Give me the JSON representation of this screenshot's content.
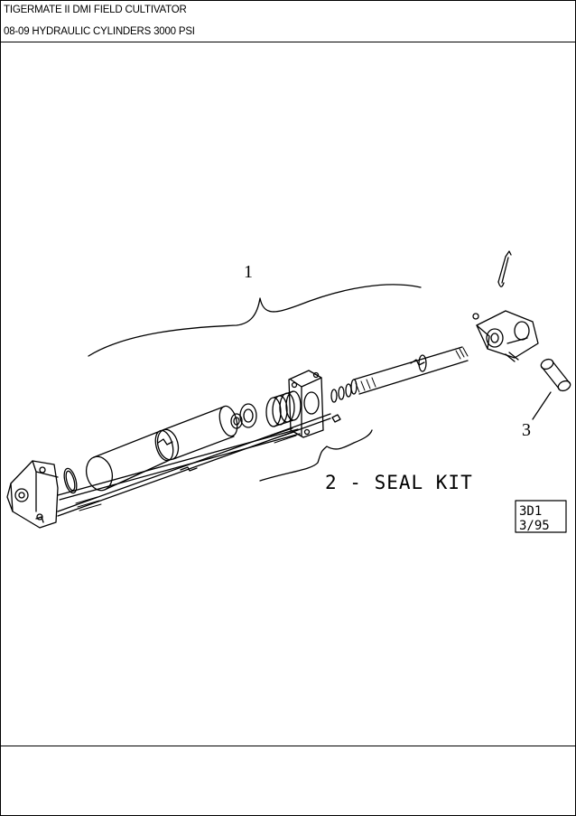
{
  "header": {
    "title": "TIGERMATE II DMI FIELD CULTIVATOR",
    "subtitle": "08-09 HYDRAULIC CYLINDERS 3000 PSI"
  },
  "callouts": {
    "item1": "1",
    "item3": "3",
    "seal_kit": "2 - SEAL KIT"
  },
  "drawing_stamp": {
    "code": "3D1",
    "date": "3/95"
  }
}
